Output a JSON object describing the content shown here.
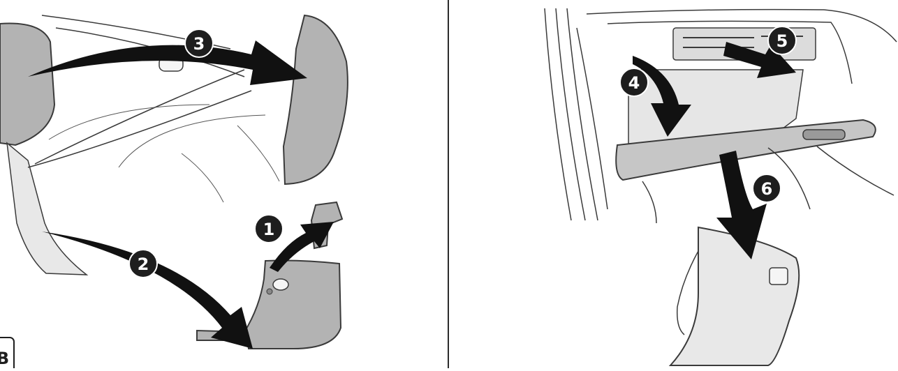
{
  "steps": [
    {
      "number": "1"
    },
    {
      "number": "2"
    },
    {
      "number": "3"
    },
    {
      "number": "4"
    },
    {
      "number": "5"
    },
    {
      "number": "6"
    }
  ],
  "corner_label": "B",
  "colors": {
    "panel_fill": "#b3b3b3",
    "light_fill": "#e8e8e8",
    "outline": "#3a3a3a",
    "arrow": "#111111",
    "badge": "#1e1e1e",
    "badge_text": "#ffffff"
  }
}
